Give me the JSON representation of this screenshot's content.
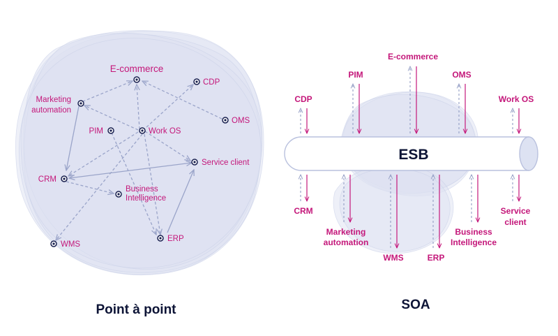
{
  "colors": {
    "accent": "#c4177a",
    "arrow_gray": "#9aa4c9",
    "node_ring": "#1a2150",
    "blob_fill": "#dde2f2",
    "title": "#0d1436"
  },
  "left_panel": {
    "title": "Point à point",
    "nodes": {
      "ecommerce": "E-commerce",
      "cdp": "CDP",
      "marketing_line1": "Marketing",
      "marketing_line2": "automation",
      "oms": "OMS",
      "pim": "PIM",
      "workos": "Work OS",
      "service_client": "Service client",
      "crm": "CRM",
      "bi_line1": "Business",
      "bi_line2": "Intelligence",
      "wms": "WMS",
      "erp": "ERP"
    }
  },
  "right_panel": {
    "title": "SOA",
    "bus_label": "ESB",
    "top_systems": {
      "cdp": "CDP",
      "pim": "PIM",
      "ecommerce": "E-commerce",
      "oms": "OMS",
      "workos": "Work OS"
    },
    "bottom_systems": {
      "crm": "CRM",
      "marketing_line1": "Marketing",
      "marketing_line2": "automation",
      "wms": "WMS",
      "erp": "ERP",
      "bi_line1": "Business",
      "bi_line2": "Intelligence",
      "service_line1": "Service",
      "service_line2": "client"
    }
  }
}
